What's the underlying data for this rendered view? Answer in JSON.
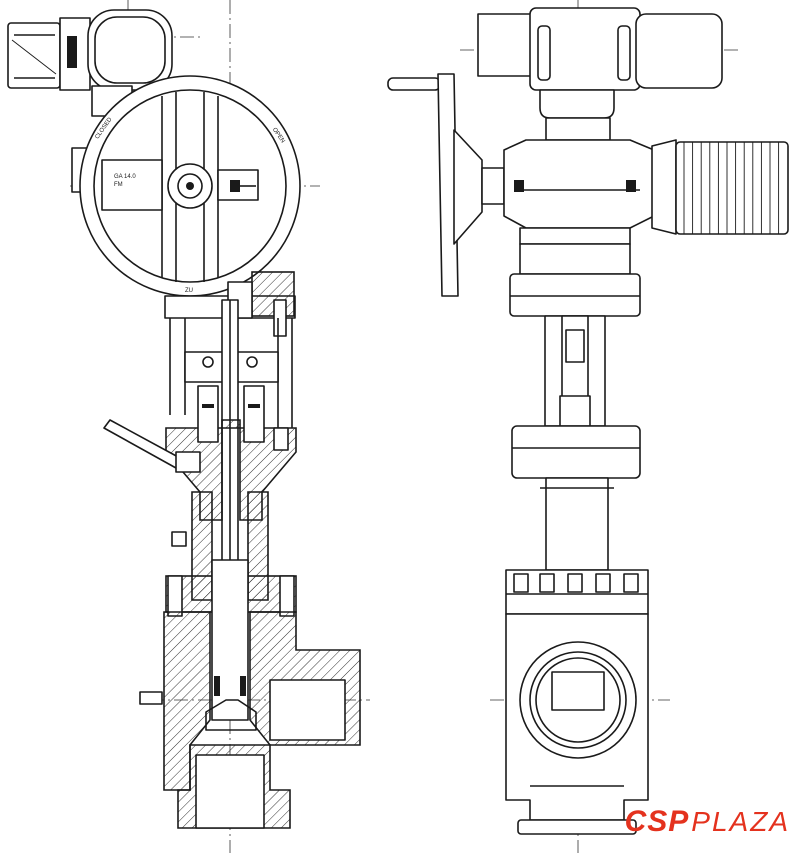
{
  "labels": {
    "closed": "CLOSED",
    "open": "OPEN",
    "plate_line1": "GA 14.0",
    "plate_line2": "FM",
    "zu": "ZU"
  },
  "logo": {
    "text_bold": "CSP",
    "text_regular": "PLAZA",
    "color": "#e4321e"
  },
  "colors": {
    "line": "#1a1a1a",
    "background": "#ffffff"
  }
}
